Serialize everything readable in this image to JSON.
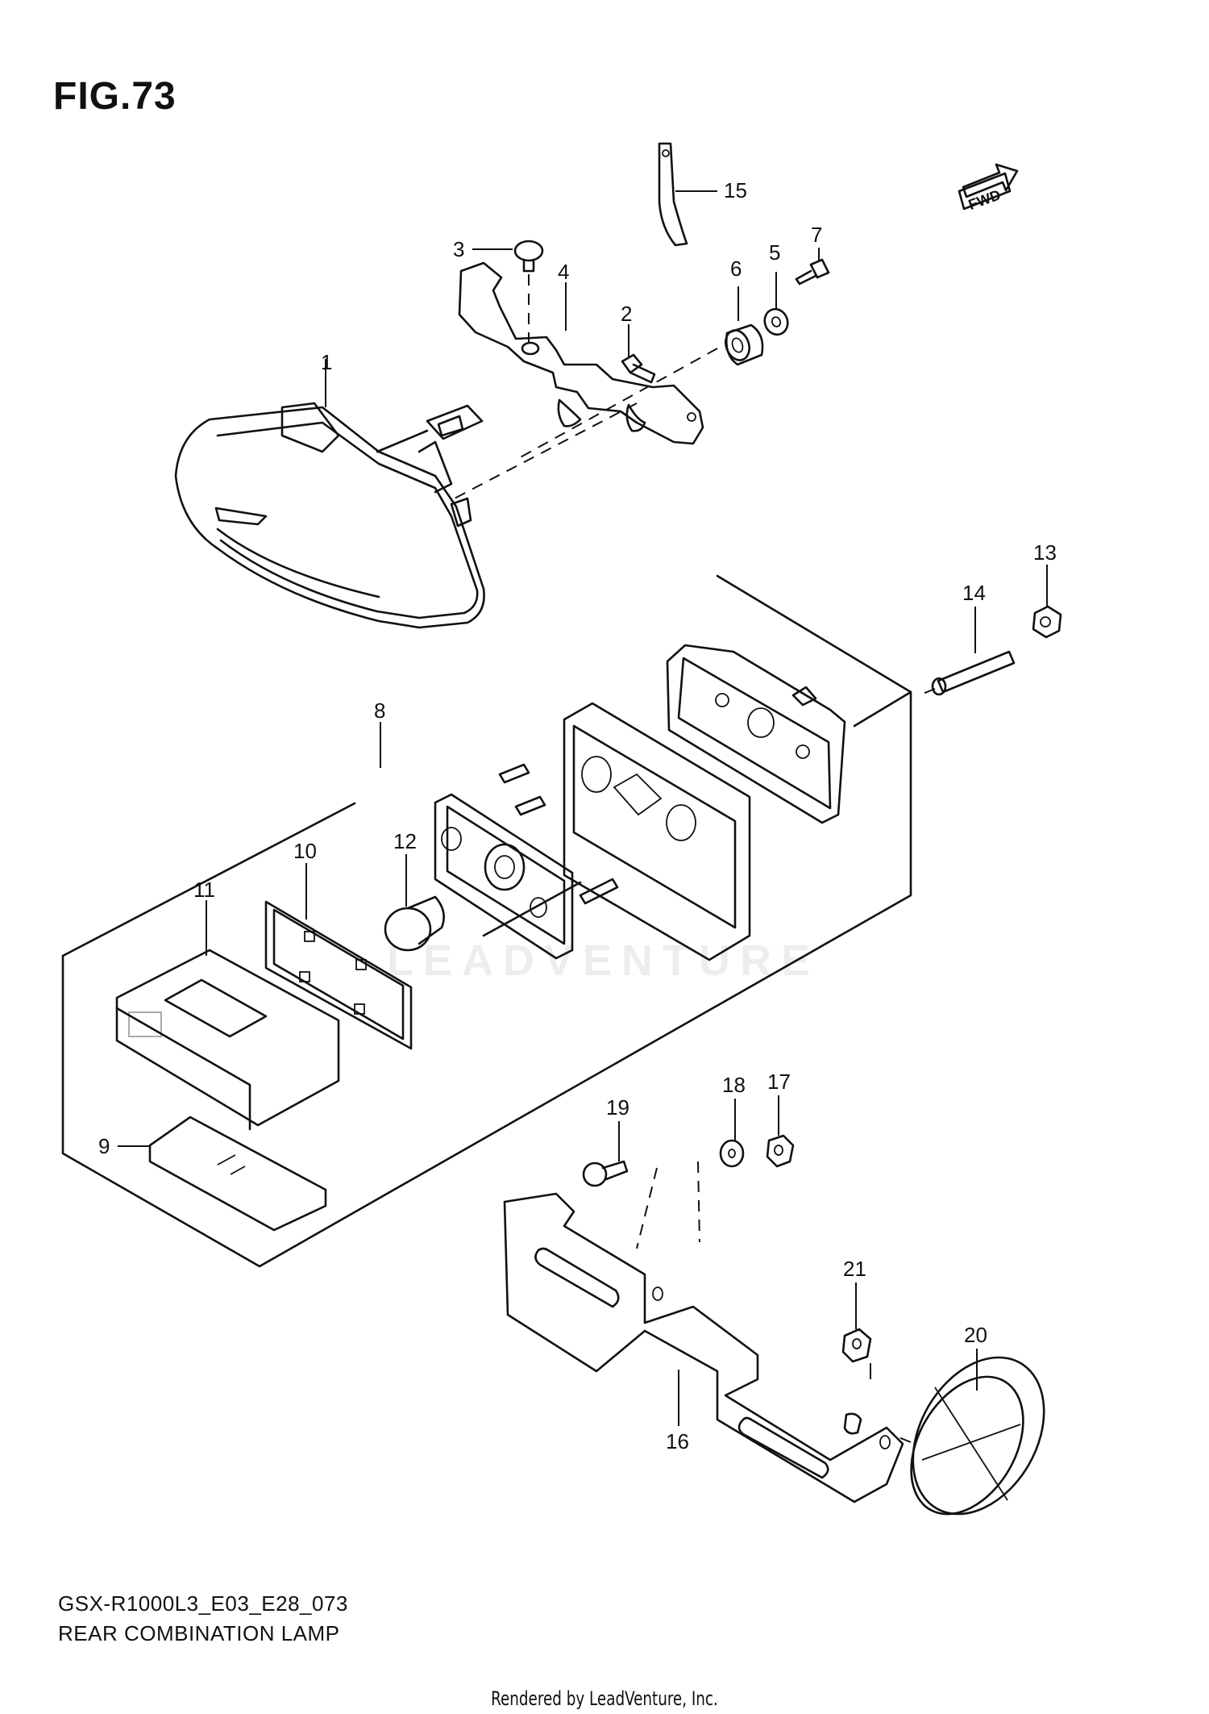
{
  "figure": {
    "title": "FIG.73",
    "model_code": "GSX-R1000L3_E03_E28_073",
    "assembly_name": "REAR COMBINATION LAMP",
    "footer": "Rendered by LeadVenture, Inc.",
    "watermark": "LEADVENTURE",
    "direction_badge": "FWD"
  },
  "callouts": [
    "1",
    "2",
    "3",
    "4",
    "5",
    "6",
    "7",
    "8",
    "9",
    "10",
    "11",
    "12",
    "13",
    "14",
    "15",
    "16",
    "17",
    "18",
    "19",
    "20",
    "21"
  ]
}
